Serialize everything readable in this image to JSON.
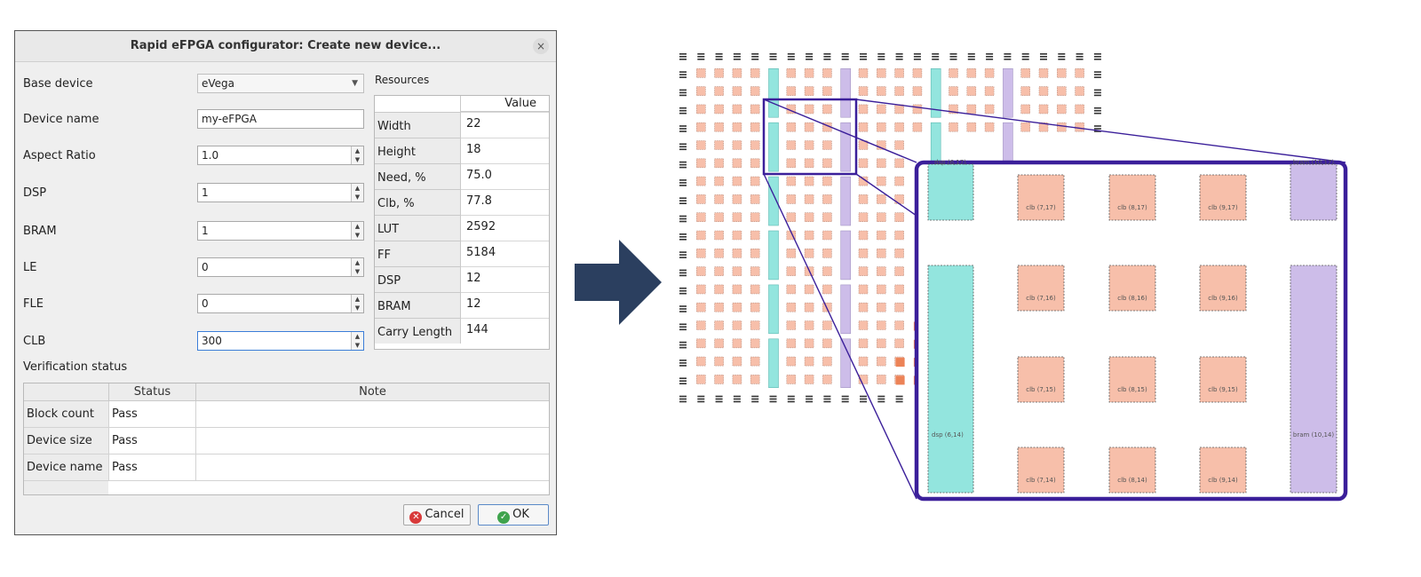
{
  "dialog": {
    "title": "Rapid eFPGA configurator: Create new device...",
    "close_glyph": "×",
    "fields": {
      "base_device": {
        "label": "Base device",
        "value": "eVega"
      },
      "device_name": {
        "label": "Device name",
        "value": "my-eFPGA"
      },
      "aspect_ratio": {
        "label": "Aspect Ratio",
        "value": "1.0"
      },
      "dsp": {
        "label": "DSP",
        "value": "1"
      },
      "bram": {
        "label": "BRAM",
        "value": "1"
      },
      "le": {
        "label": "LE",
        "value": "0"
      },
      "fle": {
        "label": "FLE",
        "value": "0"
      },
      "clb": {
        "label": "CLB",
        "value": "300"
      }
    },
    "resources": {
      "title": "Resources",
      "value_header": "Value",
      "rows": [
        {
          "key": "Width",
          "value": "22"
        },
        {
          "key": "Height",
          "value": "18"
        },
        {
          "key": "Need, %",
          "value": "75.0"
        },
        {
          "key": "Clb, %",
          "value": "77.8"
        },
        {
          "key": "LUT",
          "value": "2592"
        },
        {
          "key": "FF",
          "value": "5184"
        },
        {
          "key": "DSP",
          "value": "12"
        },
        {
          "key": "BRAM",
          "value": "12"
        },
        {
          "key": "Carry Length",
          "value": "144"
        }
      ]
    },
    "verification": {
      "title": "Verification status",
      "status_header": "Status",
      "note_header": "Note",
      "rows": [
        {
          "key": "Block count",
          "status": "Pass"
        },
        {
          "key": "Device size",
          "status": "Pass"
        },
        {
          "key": "Device name",
          "status": "Pass"
        }
      ]
    },
    "buttons": {
      "cancel": "Cancel",
      "ok": "OK"
    }
  },
  "zoom": {
    "dsp_top": "dsp (6,17)",
    "bram_top": "bram (10,17)",
    "dsp": "dsp (6,14)",
    "bram": "bram (10,14)",
    "clb": [
      [
        "clb (7,17)",
        "clb (8,17)",
        "clb (9,17)"
      ],
      [
        "clb (7,16)",
        "clb (8,16)",
        "clb (9,16)"
      ],
      [
        "clb (7,15)",
        "clb (8,15)",
        "clb (9,15)"
      ],
      [
        "clb (7,14)",
        "clb (8,14)",
        "clb (9,14)"
      ]
    ]
  },
  "colors": {
    "clb": "#f7bfaa",
    "dsp": "#93e5de",
    "bram": "#cdbde9",
    "io": "#333333",
    "highlight": "#ec8357",
    "frame": "#3b1f9a",
    "arrow": "#2b3f5f"
  }
}
